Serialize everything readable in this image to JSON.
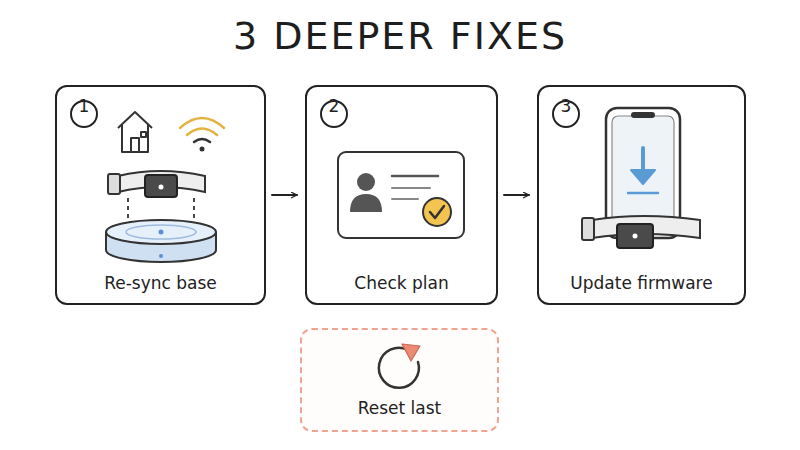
{
  "diagram": {
    "title": "3 DEEPER FIXES",
    "nodes": [
      {
        "text": [
          "Re-sync base"
        ]
      },
      {
        "text": [
          "1"
        ],
        "in": 0
      },
      {
        "text": [
          "Check plan"
        ]
      },
      {
        "text": [
          "2"
        ],
        "in": 2
      },
      {
        "text": [
          "Update firmware"
        ]
      },
      {
        "text": [
          "3"
        ],
        "in": 4
      },
      {
        "text": [
          "Reset last"
        ]
      }
    ],
    "edges": [
      {
        "from": 0,
        "to": 2,
        "arrow": "to"
      },
      {
        "from": 2,
        "to": 4,
        "arrow": "to"
      }
    ]
  }
}
